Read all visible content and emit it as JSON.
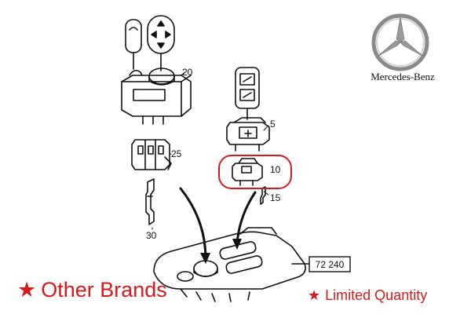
{
  "brand": {
    "logo": "mercedes-benz-star-icon",
    "name": "Mercedes-Benz"
  },
  "diagram": {
    "part_labels": {
      "p20": "20",
      "p25": "25",
      "p30": "30",
      "p5": "5",
      "p10": "10",
      "p15": "15"
    },
    "reference_number": "72 240",
    "highlight_color": "#d61a1a"
  },
  "promo": {
    "left": "Other Brands",
    "right": "Limited Quantity",
    "color": "#d61a1a",
    "icon": "star-icon"
  }
}
